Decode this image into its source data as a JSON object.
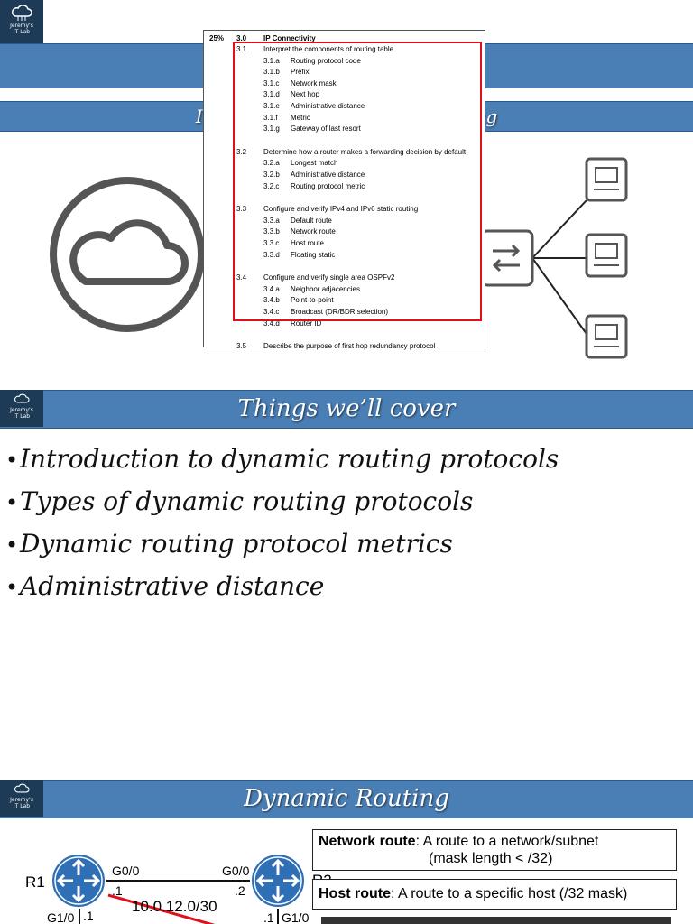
{
  "slide1": {
    "logo": {
      "line1": "Jeremy's",
      "line2": "IT Lab"
    },
    "title": "CCNA Day 24",
    "subtitle": "Introduction to Dynamic Routing",
    "exam_topics": {
      "weight": "25%",
      "domain_no": "3.0",
      "domain_title": "IP Connectivity",
      "rows": [
        {
          "num": "3.1",
          "text": "Interpret the components of routing table",
          "level": 1
        },
        {
          "num": "3.1.a",
          "text": "Routing protocol code",
          "level": 2
        },
        {
          "num": "3.1.b",
          "text": "Prefix",
          "level": 2
        },
        {
          "num": "3.1.c",
          "text": "Network mask",
          "level": 2
        },
        {
          "num": "3.1.d",
          "text": "Next hop",
          "level": 2
        },
        {
          "num": "3.1.e",
          "text": "Administrative distance",
          "level": 2
        },
        {
          "num": "3.1.f",
          "text": "Metric",
          "level": 2
        },
        {
          "num": "3.1.g",
          "text": "Gateway of last resort",
          "level": 2
        },
        {
          "num": "3.2",
          "text": "Determine how a router makes a forwarding decision by default",
          "level": 1
        },
        {
          "num": "3.2.a",
          "text": "Longest match",
          "level": 2
        },
        {
          "num": "3.2.b",
          "text": "Administrative distance",
          "level": 2
        },
        {
          "num": "3.2.c",
          "text": "Routing protocol metric",
          "level": 2
        },
        {
          "num": "3.3",
          "text": "Configure and verify IPv4 and IPv6 static routing",
          "level": 1
        },
        {
          "num": "3.3.a",
          "text": "Default route",
          "level": 2
        },
        {
          "num": "3.3.b",
          "text": "Network route",
          "level": 2
        },
        {
          "num": "3.3.c",
          "text": "Host route",
          "level": 2
        },
        {
          "num": "3.3.d",
          "text": "Floating static",
          "level": 2
        },
        {
          "num": "3.4",
          "text": "Configure and verify single area OSPFv2",
          "level": 1
        },
        {
          "num": "3.4.a",
          "text": "Neighbor adjacencies",
          "level": 2
        },
        {
          "num": "3.4.b",
          "text": "Point-to-point",
          "level": 2
        },
        {
          "num": "3.4.c",
          "text": "Broadcast (DR/BDR selection)",
          "level": 2
        },
        {
          "num": "3.4.d",
          "text": "Router ID",
          "level": 2
        },
        {
          "num": "3.5",
          "text": "Describe the purpose of first hop redundancy protocol",
          "level": 1
        }
      ]
    }
  },
  "slide2": {
    "logo": {
      "line1": "Jeremy's",
      "line2": "IT Lab"
    },
    "title": "Things we’ll cover",
    "bullets": [
      "Introduction to dynamic routing protocols",
      "Types of dynamic routing protocols",
      "Dynamic routing protocol metrics",
      "Administrative distance"
    ]
  },
  "slide3": {
    "logo": {
      "line1": "Jeremy's",
      "line2": "IT Lab"
    },
    "title": "Dynamic Routing",
    "network_route": {
      "term": "Network route",
      "def": ": A route to a network/subnet",
      "def2": "(mask length < /32)"
    },
    "host_route": {
      "term": "Host route",
      "def": ": A route to a specific host (/32 mask)"
    },
    "diagram": {
      "r1": "R1",
      "r2": "R2",
      "r1_g00": "G0/0",
      "r2_g00": "G0/0",
      "r1_ip": ".1",
      "r2_ip": ".2",
      "subnet": "10.0.12.0/30",
      "r1_g10": "G1/0",
      "r1_g10_ip": ".1",
      "r2_g10": "G1/0",
      "r2_g10_ip": ".1"
    },
    "colors": {
      "router": "#2f6fb6",
      "link_red": "#e0101a",
      "bar": "#4a7fb5"
    }
  }
}
